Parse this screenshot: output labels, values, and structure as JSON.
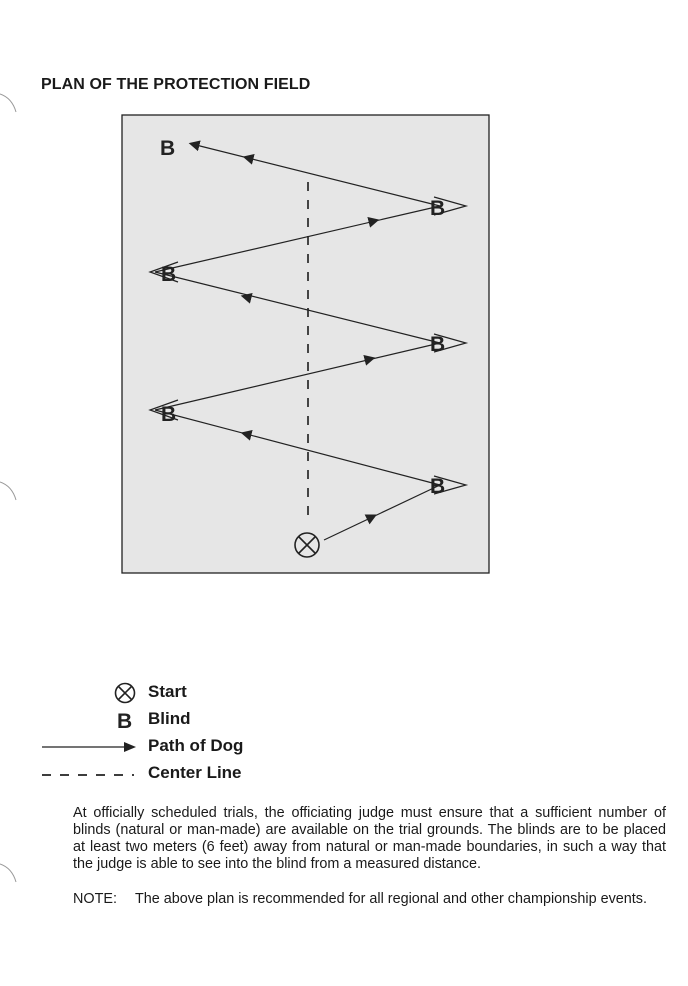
{
  "title": "PLAN OF THE PROTECTION FIELD",
  "diagram": {
    "blind_marker": "B",
    "start_symbol": "circled-x-icon",
    "colors": {
      "field_fill": "#e6e6e6",
      "ink": "#222222"
    }
  },
  "legend": [
    {
      "symbol": "start-icon",
      "label": "Start"
    },
    {
      "symbol": "B",
      "label": "Blind"
    },
    {
      "symbol": "arrow-icon",
      "label": "Path of Dog"
    },
    {
      "symbol": "dashed-line-icon",
      "label": "Center Line"
    }
  ],
  "paragraphs": {
    "blinds": "At officially scheduled trials, the officiating judge must ensure that a sufficient number of blinds (natural or man-made) are available on the trial grounds. The blinds are to be placed at least two meters (6 feet) away from natural or man-made boundaries, in such a way that the judge is able to see into the blind from a measured distance.",
    "note_label": "NOTE:",
    "note_text": "The above plan is recommended for all regional and other championship events."
  }
}
